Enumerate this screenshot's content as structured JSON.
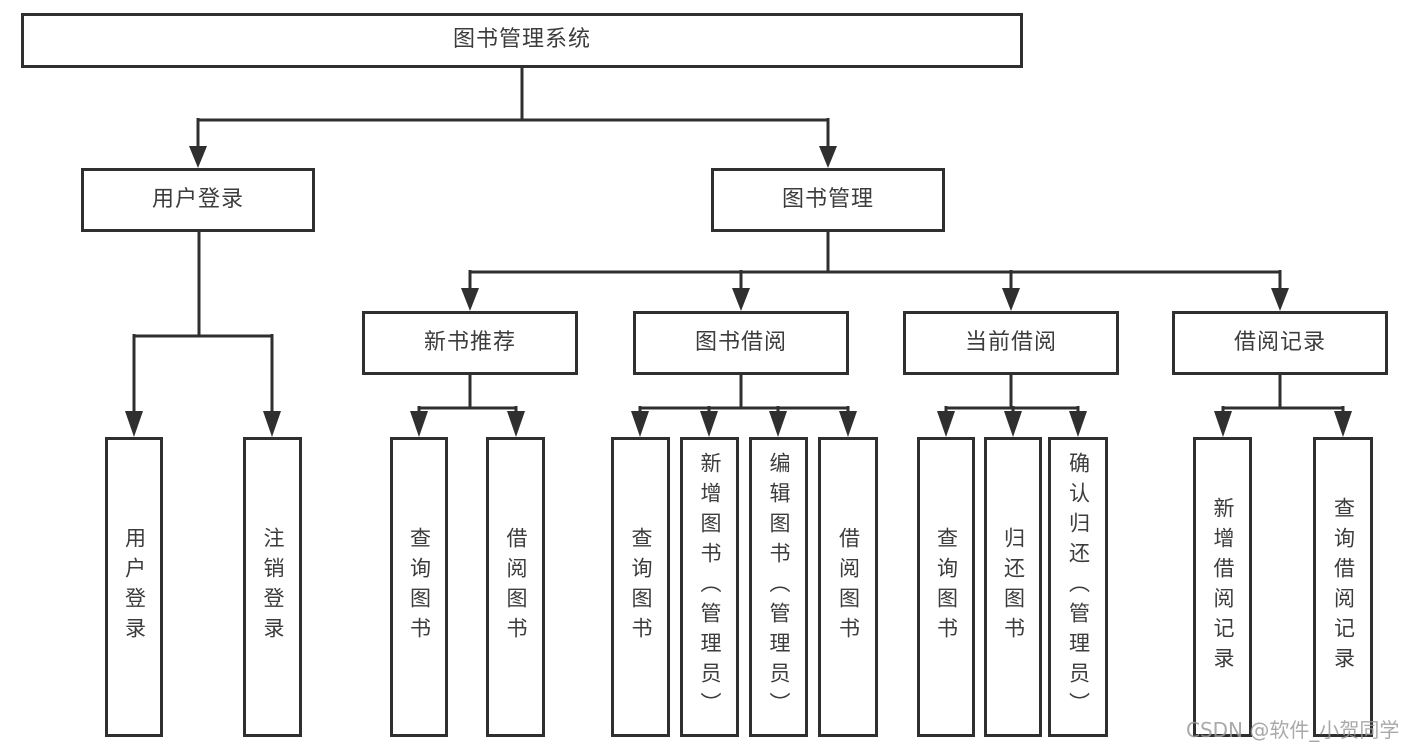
{
  "colors": {
    "background": "#ffffff",
    "line": "#2f2f2f",
    "box_border": "#2f2f2f",
    "text": "#3c3c3c",
    "watermark": "#9b9b9b"
  },
  "tree": {
    "root": {
      "label": "图书管理系统"
    },
    "branches": [
      {
        "label": "用户登录",
        "children": [
          {
            "label": "用户登录"
          },
          {
            "label": "注销登录"
          }
        ]
      },
      {
        "label": "图书管理",
        "children": [
          {
            "label": "新书推荐",
            "children": [
              {
                "label": "查询图书"
              },
              {
                "label": "借阅图书"
              }
            ]
          },
          {
            "label": "图书借阅",
            "children": [
              {
                "label": "查询图书"
              },
              {
                "label": "新增图书（管理员）"
              },
              {
                "label": "编辑图书（管理员）"
              },
              {
                "label": "借阅图书"
              }
            ]
          },
          {
            "label": "当前借阅",
            "children": [
              {
                "label": "查询图书"
              },
              {
                "label": "归还图书"
              },
              {
                "label": "确认归还（管理员）"
              }
            ]
          },
          {
            "label": "借阅记录",
            "children": [
              {
                "label": "新增借阅记录"
              },
              {
                "label": "查询借阅记录"
              }
            ]
          }
        ]
      }
    ]
  },
  "watermark": "CSDN @软件_小贺同学"
}
